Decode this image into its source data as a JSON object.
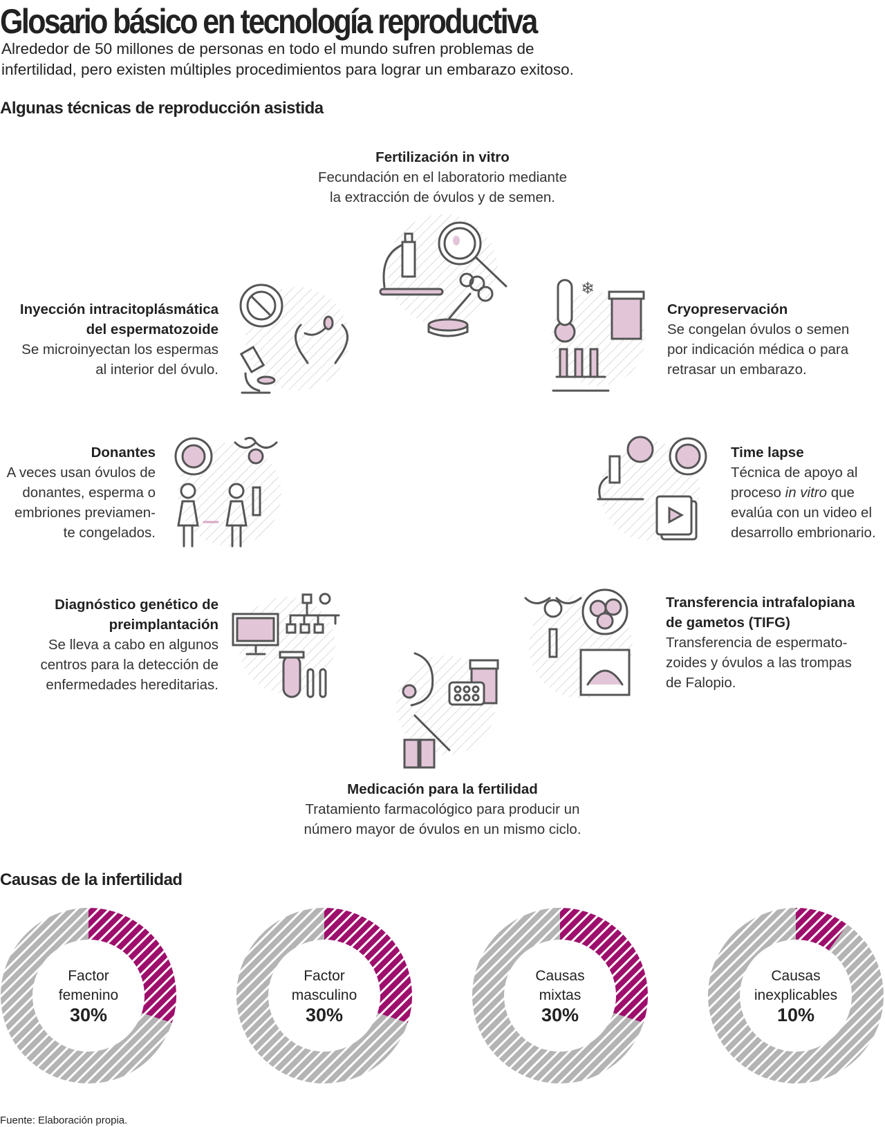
{
  "header": {
    "title": "Glosario básico en tecnología reproductiva",
    "subtitle_lines": [
      "Alrededor de 50 millones de personas en todo el mundo sufren problemas de",
      "infertilidad, pero existen múltiples procedimientos para lograr un embarazo exitoso."
    ]
  },
  "techniques_heading": "Algunas técnicas de reproducción asistida",
  "techniques": [
    {
      "title": [
        "Fertilización in vitro"
      ],
      "desc": [
        "Fecundación en el laboratorio mediante",
        "la extracción de óvulos y de semen."
      ]
    },
    {
      "title": [
        "Inyección intracitoplásmática",
        "del espermatozoide"
      ],
      "desc": [
        "Se microinyectan los espermas",
        "al interior del óvulo."
      ]
    },
    {
      "title": [
        "Cryopreservación"
      ],
      "desc": [
        "Se congelan óvulos o semen",
        "por indicación médica o para",
        "retrasar un embarazo."
      ]
    },
    {
      "title": [
        "Donantes"
      ],
      "desc": [
        "A veces usan óvulos de",
        "donantes, esperma o",
        "embriones previamen-",
        "te congelados."
      ]
    },
    {
      "title": [
        "Time lapse"
      ],
      "desc": [
        "Técnica de apoyo al",
        "proceso ",
        "in vitro",
        " que",
        "evalúa con un video el",
        "desarrollo embrionario."
      ]
    },
    {
      "title": [
        "Diagnóstico genético de",
        "preimplantación"
      ],
      "desc": [
        "Se lleva a cabo en algunos",
        "centros para la detección de",
        "enfermedades hereditarias."
      ]
    },
    {
      "title": [
        "Transferencia intrafalopiana",
        "de gametos (TIFG)"
      ],
      "desc": [
        "Transferencia de espermato-",
        "zoides y óvulos a las trompas",
        "de Falopio."
      ]
    },
    {
      "title": [
        "Medicación para la fertilidad"
      ],
      "desc": [
        "Tratamiento farmacológico para producir un",
        "número mayor de óvulos en un mismo ciclo."
      ]
    }
  ],
  "causes_heading": "Causas de la infertilidad",
  "chart_data": {
    "type": "pie",
    "title": "Causas de la infertilidad",
    "unit": "%",
    "series": [
      {
        "label": [
          "Factor",
          "femenino"
        ],
        "value": 30,
        "display": "30%"
      },
      {
        "label": [
          "Factor",
          "masculino"
        ],
        "value": 30,
        "display": "30%"
      },
      {
        "label": [
          "Causas",
          "mixtas"
        ],
        "value": 30,
        "display": "30%"
      },
      {
        "label": [
          "Causas",
          "inexplicables"
        ],
        "value": 10,
        "display": "10%"
      }
    ],
    "colors": {
      "highlight": "#9e0e6c",
      "rest": "#b4b4b4"
    }
  },
  "source": "Fuente: Elaboración propia.",
  "colors": {
    "icon_stroke": "#555555",
    "icon_fill": "#e2c6d8",
    "hatch": "#c8c8c8"
  }
}
